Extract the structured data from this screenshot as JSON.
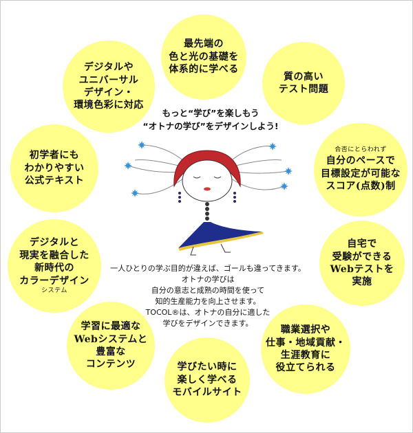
{
  "colors": {
    "bubble": "#ffff8c",
    "border": "#c9c9c9",
    "hair": "#c0282d",
    "dress": "#1f2e8c",
    "flower": "#3b8fd4"
  },
  "tagline": [
    "もっと“学び”を楽しもう",
    "“オトナの学び”をデザインしよう!"
  ],
  "description": [
    "一人ひとりの学ぶ目的が違えば、ゴールも違ってきます。",
    "オトナの学びは",
    "自分の意志と成熟の時間を使って",
    "知的生産能力を向上させます。",
    "TOCOL®は、オトナの自分に適した",
    "学びをデザインできます。"
  ],
  "bubbles": {
    "top": [
      "最先端の",
      "色と光の基礎を",
      "体系的に学べる"
    ],
    "top_right": [
      "質の高い",
      "テスト問題"
    ],
    "right_upper": [
      "合否にとらわれず",
      "自分のペースで",
      "目標設定が可能な",
      "スコア(点数)制"
    ],
    "right_lower": [
      "自宅で",
      "受験ができる",
      "Webテストを",
      "実施"
    ],
    "bottom_right": [
      "職業選択や",
      "仕事・地域貢献・",
      "生涯教育に",
      "役立てられる"
    ],
    "bottom": [
      "学びたい時に",
      "楽しく学べる",
      "モバイルサイト"
    ],
    "bottom_left": [
      "学習に最適な",
      "Webシステムと",
      "豊富な",
      "コンテンツ"
    ],
    "left_lower": [
      "デジタルと",
      "現実を融合した",
      "新時代の",
      "カラーデザイン",
      "システム"
    ],
    "left_upper": [
      "初学者にも",
      "わかりやすい",
      "公式テキスト"
    ],
    "top_left": [
      "デジタルや",
      "ユニバーサル",
      "デザイン・",
      "環境色彩に対応"
    ]
  }
}
